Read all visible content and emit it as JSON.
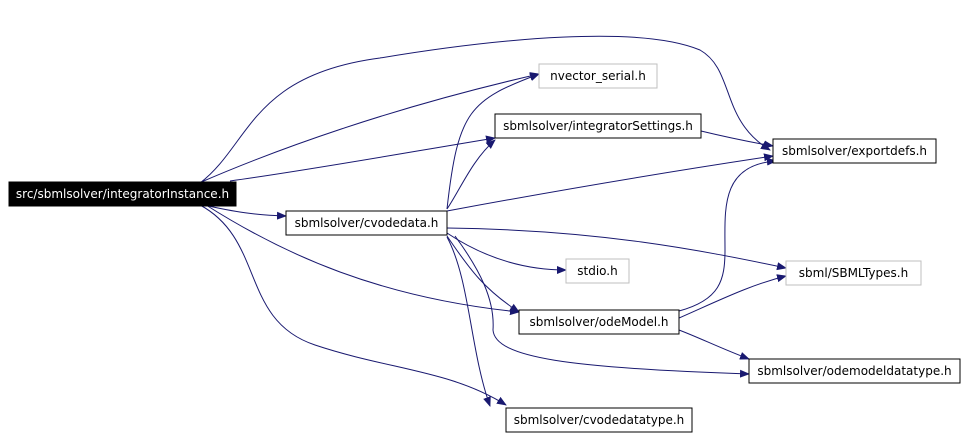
{
  "graph": {
    "edge_color": "#191970",
    "nodes": [
      {
        "id": "root",
        "label": "src/sbmlsolver/integratorInstance.h",
        "style": "root"
      },
      {
        "id": "nvector",
        "label": "nvector_serial.h",
        "style": "external"
      },
      {
        "id": "intsettings",
        "label": "sbmlsolver/integratorSettings.h",
        "style": "normal"
      },
      {
        "id": "exportdefs",
        "label": "sbmlsolver/exportdefs.h",
        "style": "normal"
      },
      {
        "id": "cvodedata",
        "label": "sbmlsolver/cvodedata.h",
        "style": "normal"
      },
      {
        "id": "stdio",
        "label": "stdio.h",
        "style": "external"
      },
      {
        "id": "sbmltypes",
        "label": "sbml/SBMLTypes.h",
        "style": "external"
      },
      {
        "id": "odemodel",
        "label": "sbmlsolver/odeModel.h",
        "style": "normal"
      },
      {
        "id": "odemodeldatatype",
        "label": "sbmlsolver/odemodeldatatype.h",
        "style": "normal"
      },
      {
        "id": "cvodedatatype",
        "label": "sbmlsolver/cvodedatatype.h",
        "style": "normal"
      }
    ],
    "edges": [
      {
        "from": "root",
        "to": "nvector"
      },
      {
        "from": "root",
        "to": "intsettings"
      },
      {
        "from": "root",
        "to": "exportdefs"
      },
      {
        "from": "root",
        "to": "cvodedata"
      },
      {
        "from": "root",
        "to": "odemodel"
      },
      {
        "from": "root",
        "to": "cvodedatatype"
      },
      {
        "from": "cvodedata",
        "to": "nvector"
      },
      {
        "from": "cvodedata",
        "to": "intsettings"
      },
      {
        "from": "cvodedata",
        "to": "exportdefs"
      },
      {
        "from": "cvodedata",
        "to": "stdio"
      },
      {
        "from": "cvodedata",
        "to": "sbmltypes"
      },
      {
        "from": "cvodedata",
        "to": "odemodel"
      },
      {
        "from": "cvodedata",
        "to": "odemodeldatatype"
      },
      {
        "from": "cvodedata",
        "to": "cvodedatatype"
      },
      {
        "from": "intsettings",
        "to": "exportdefs"
      },
      {
        "from": "odemodel",
        "to": "exportdefs"
      },
      {
        "from": "odemodel",
        "to": "sbmltypes"
      },
      {
        "from": "odemodel",
        "to": "odemodeldatatype"
      }
    ]
  }
}
